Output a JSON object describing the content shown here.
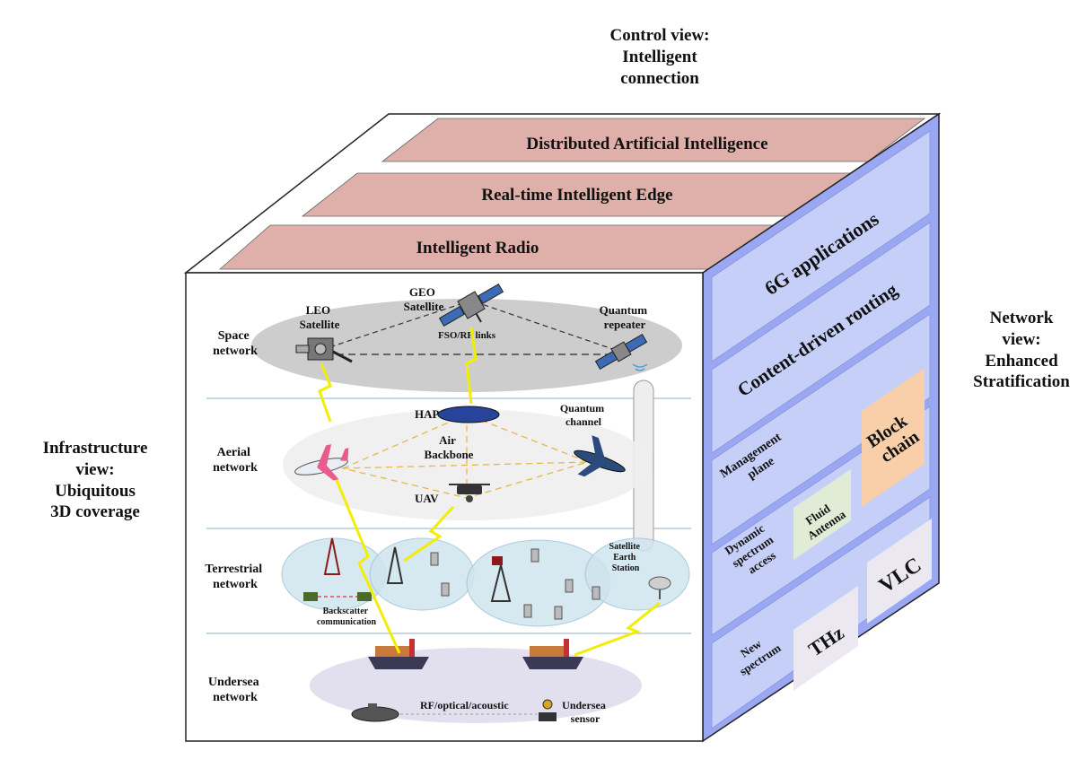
{
  "views": {
    "control": "Control view:\nIntelligent\nconnection",
    "network": "Network\nview:\nEnhanced\nStratification",
    "infrastructure": "Infrastructure\nview:\nUbiquitous\n3D coverage"
  },
  "top_layers": {
    "distributed_ai": "Distributed Artificial Intelligence",
    "edge": "Real-time Intelligent Edge",
    "radio": "Intelligent Radio"
  },
  "side_layers": {
    "applications": "6G applications",
    "routing": "Content-driven routing",
    "management": "Management\nplane",
    "blockchain": "Block\nchain",
    "dynamic_access": "Dynamic\nspectrum\naccess",
    "fluid_antenna": "Fluid\nAntenna",
    "new_spectrum": "New\nspectrum",
    "thz": "THz",
    "vlc": "VLC"
  },
  "front": {
    "space_network": "Space\nnetwork",
    "aerial_network": "Aerial\nnetwork",
    "terrestrial_network": "Terrestrial\nnetwork",
    "undersea_network": "Undersea\nnetwork",
    "leo_satellite": "LEO\nSatellite",
    "geo_satellite": "GEO\nSatellite",
    "quantum_repeater": "Quantum\nrepeater",
    "fso_rf_links": "FSO/RF links",
    "hap": "HAP",
    "quantum_channel": "Quantum\nchannel",
    "air_backbone": "Air\nBackbone",
    "uav": "UAV",
    "satellite_earth_station": "Satellite\nEarth\nStation",
    "backscatter": "Backscatter\ncommunication",
    "rf_optical_acoustic": "RF/optical/acoustic",
    "undersea_sensor": "Undersea\nsensor"
  },
  "colors": {
    "top_band": "#dfb0aa",
    "top_face": "#ffffff",
    "side_face": "#9aa8f4",
    "side_band": "#c6cff8",
    "blockchain": "#f8cfa8",
    "fluid_antenna": "#e0ecd6",
    "spectrum_box": "#ece8f2",
    "orbit": "#c8c8c8",
    "ellipse_light": "#eeeeee",
    "terrestrial_cell": "#cfe4ee",
    "undersea": "#e2e0ee",
    "link_yellow": "#f2ee00"
  }
}
